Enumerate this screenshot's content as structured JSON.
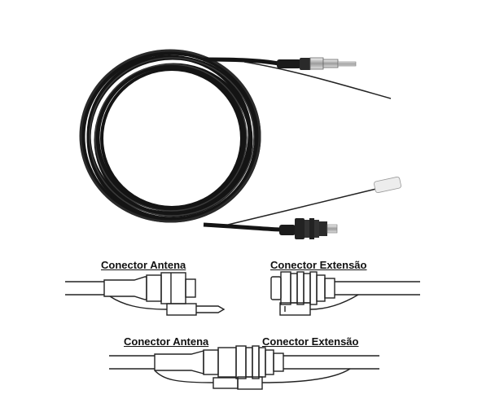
{
  "labels": {
    "top_left": "Conector Antena",
    "top_right": "Conector Extensão",
    "bottom_left": "Conector Antena",
    "bottom_right": "Conector Extensão"
  },
  "colors": {
    "cable": "#141414",
    "line_art": "#222222",
    "background": "#ffffff"
  }
}
